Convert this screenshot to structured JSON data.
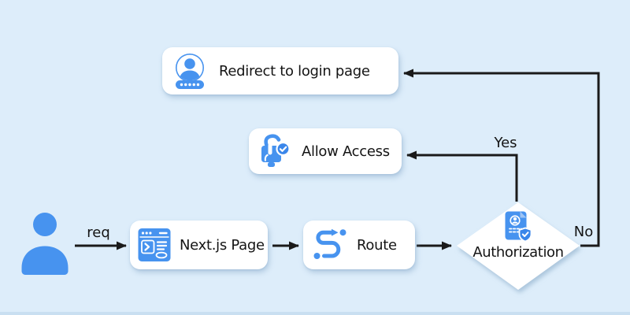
{
  "colors": {
    "background": "#ddedfa",
    "bottom_edge": "#c9dff1",
    "node_fill": "#ffffff",
    "accent_blue": "#4793ef",
    "badge_blue": "#3a86ea",
    "connector_black": "#1a1a1a",
    "text": "#141414"
  },
  "diagram": {
    "nodes": {
      "user": {
        "label": "",
        "icon": "user-icon",
        "type": "actor"
      },
      "nextjs_page": {
        "label": "Next.js Page",
        "icon": "code-window-icon",
        "type": "process"
      },
      "route": {
        "label": "Route",
        "icon": "route-icon",
        "type": "process"
      },
      "authorization": {
        "label": "Authorization",
        "icon": "id-card-shield-icon",
        "type": "decision"
      },
      "allow_access": {
        "label": "Allow Access",
        "icon": "unlock-click-icon",
        "type": "process"
      },
      "redirect": {
        "label": "Redirect to login page",
        "icon": "login-password-icon",
        "type": "process"
      }
    },
    "edges": [
      {
        "from": "user",
        "to": "nextjs_page",
        "label": "req"
      },
      {
        "from": "nextjs_page",
        "to": "route",
        "label": ""
      },
      {
        "from": "route",
        "to": "authorization",
        "label": ""
      },
      {
        "from": "authorization",
        "to": "allow_access",
        "label": "Yes"
      },
      {
        "from": "authorization",
        "to": "redirect",
        "label": "No"
      }
    ]
  }
}
